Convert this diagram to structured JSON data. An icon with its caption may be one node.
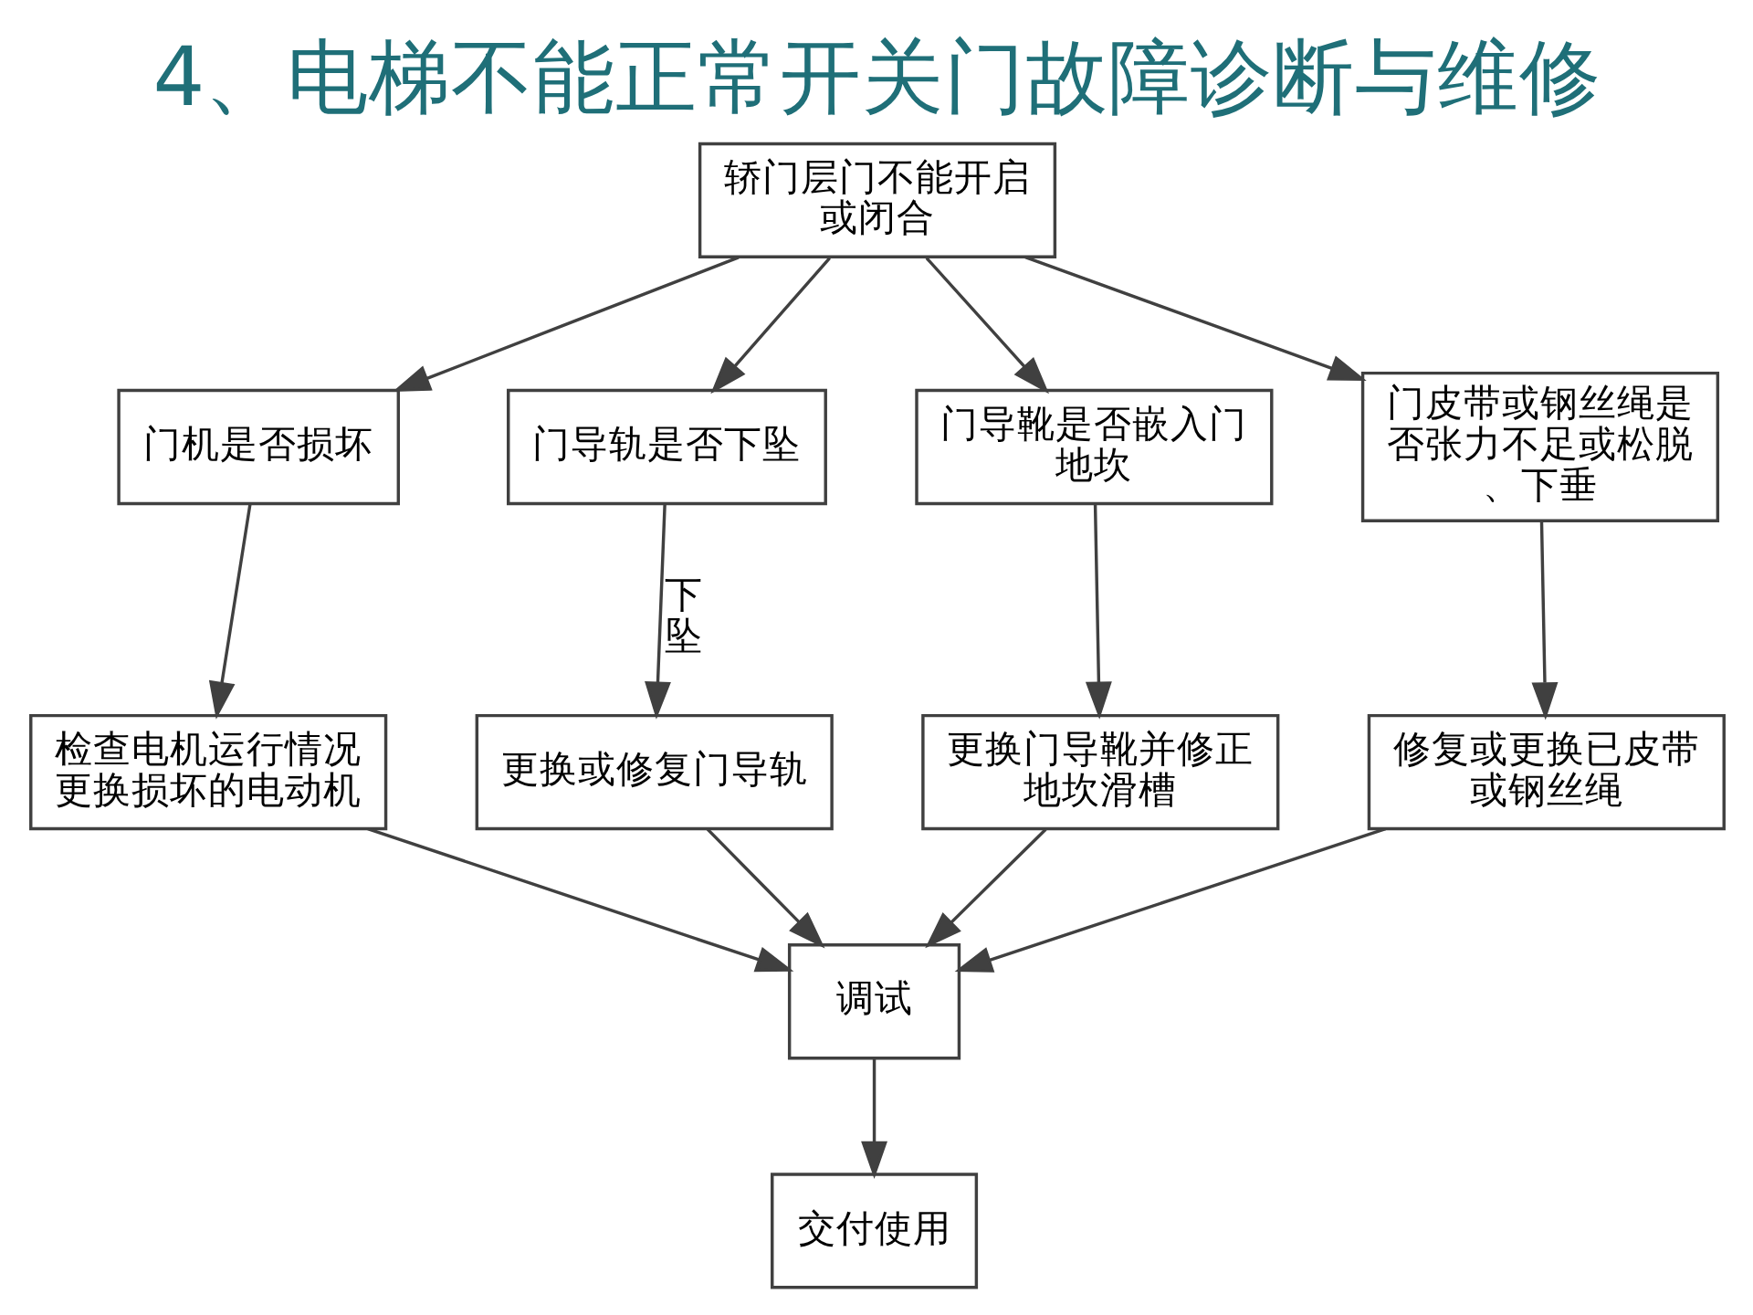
{
  "diagram": {
    "title": "4、电梯不能正常开关门故障诊断与维修",
    "nodes": [
      {
        "text": [
          "轿门层门不能开启或闭合"
        ]
      },
      {
        "text": [
          "门机是否损坏"
        ]
      },
      {
        "text": [
          "门导轨是否下坠"
        ]
      },
      {
        "text": [
          "门导靴是否嵌入门地坎"
        ]
      },
      {
        "text": [
          "门皮带或钢丝绳是否张力不足或松脱、下垂"
        ]
      },
      {
        "text": [
          "检查电机运行情况更换损坏的电动机"
        ]
      },
      {
        "text": [
          "更换或修复门导轨"
        ]
      },
      {
        "text": [
          "更换门导靴并修正地坎滑槽"
        ]
      },
      {
        "text": [
          "修复或更换已皮带或钢丝绳"
        ]
      },
      {
        "text": [
          "调试"
        ]
      },
      {
        "text": [
          "交付使用"
        ]
      }
    ],
    "edges": [
      {
        "from": 0,
        "to": 1,
        "arrow": "to"
      },
      {
        "from": 0,
        "to": 2,
        "arrow": "to"
      },
      {
        "from": 0,
        "to": 3,
        "arrow": "to"
      },
      {
        "from": 0,
        "to": 4,
        "arrow": "to"
      },
      {
        "from": 1,
        "to": 5,
        "arrow": "to"
      },
      {
        "from": 2,
        "to": 6,
        "arrow": "to",
        "label": "下坠"
      },
      {
        "from": 3,
        "to": 7,
        "arrow": "to"
      },
      {
        "from": 4,
        "to": 8,
        "arrow": "to"
      },
      {
        "from": 5,
        "to": 9,
        "arrow": "to"
      },
      {
        "from": 6,
        "to": 9,
        "arrow": "to"
      },
      {
        "from": 7,
        "to": 9,
        "arrow": "to"
      },
      {
        "from": 8,
        "to": 9,
        "arrow": "to"
      },
      {
        "from": 9,
        "to": 10,
        "arrow": "to"
      }
    ]
  }
}
